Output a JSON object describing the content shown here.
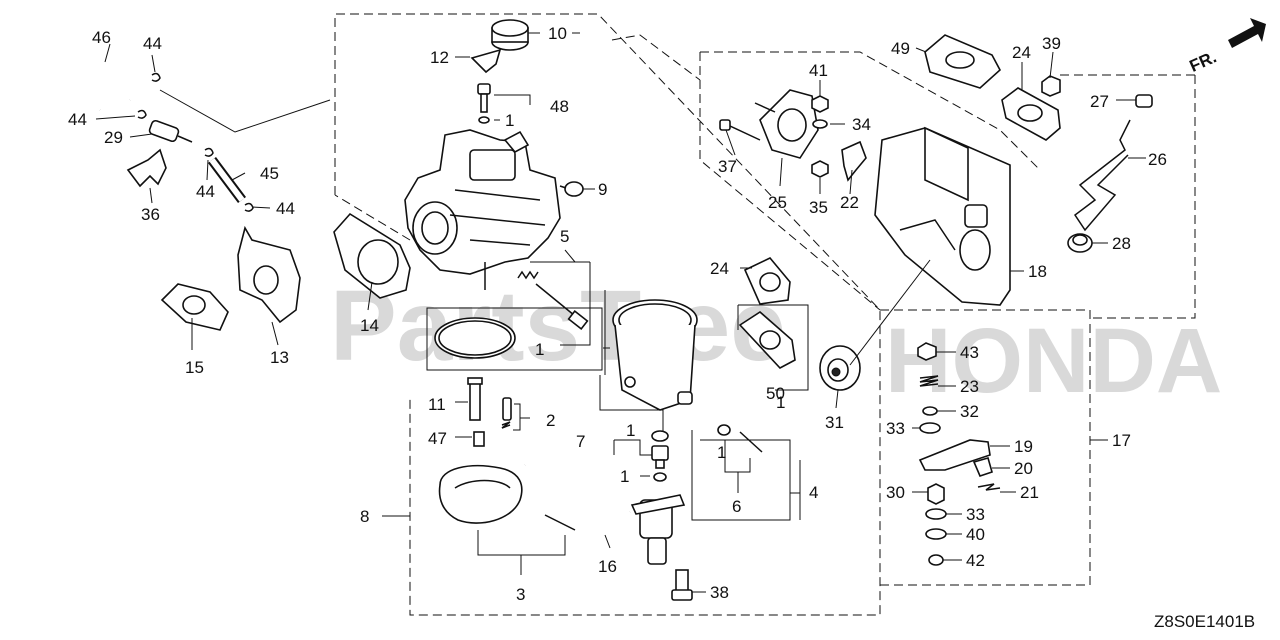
{
  "watermark": {
    "left": "PartsTree",
    "right": "HONDA"
  },
  "direction_marker": {
    "label": "FR.",
    "icon": "front-direction-arrow-icon"
  },
  "diagram_code": "Z8S0E1401B",
  "callouts": {
    "c1a": "1",
    "c1b": "1",
    "c1c": "1",
    "c1d": "1",
    "c1e": "1",
    "c1f": "1",
    "c2": "2",
    "c3": "3",
    "c4": "4",
    "c5": "5",
    "c6": "6",
    "c7": "7",
    "c8": "8",
    "c9": "9",
    "c10": "10",
    "c11": "11",
    "c12": "12",
    "c13": "13",
    "c14": "14",
    "c15": "15",
    "c16": "16",
    "c17": "17",
    "c18": "18",
    "c19": "19",
    "c20": "20",
    "c21": "21",
    "c22": "22",
    "c23": "23",
    "c24a": "24",
    "c24b": "24",
    "c25": "25",
    "c26": "26",
    "c27": "27",
    "c28": "28",
    "c29": "29",
    "c30": "30",
    "c31": "31",
    "c32": "32",
    "c33a": "33",
    "c33b": "33",
    "c34": "34",
    "c35": "35",
    "c36": "36",
    "c37": "37",
    "c38": "38",
    "c39": "39",
    "c40": "40",
    "c41": "41",
    "c42": "42",
    "c43": "43",
    "c44a": "44",
    "c44b": "44",
    "c44c": "44",
    "c44d": "44",
    "c45": "45",
    "c46": "46",
    "c47": "47",
    "c48": "48",
    "c49": "49",
    "c50": "50"
  }
}
